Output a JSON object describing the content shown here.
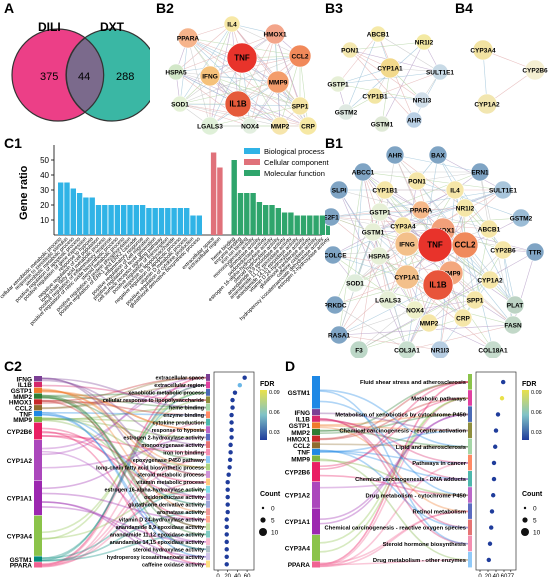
{
  "panels": {
    "A": "A",
    "B1": "B1",
    "B2": "B2",
    "B3": "B3",
    "B4": "B4",
    "C1": "C1",
    "C2": "C2",
    "D": "D"
  },
  "venn": {
    "left_label": "DILI",
    "right_label": "DXT",
    "left_only": "375",
    "overlap": "44",
    "right_only": "288",
    "left_color": "#ec3f87",
    "right_color": "#2fb39f"
  },
  "b2_nodes": [
    "IL4",
    "PPARA",
    "HMOX1",
    "TNF",
    "CCL2",
    "HSPA5",
    "IFNG",
    "MMP9",
    "SOD1",
    "IL1B",
    "SPP1",
    "LGALS3",
    "NOX4",
    "MMP2",
    "CRP"
  ],
  "b3_nodes": [
    "ABCB1",
    "PON1",
    "NR1I2",
    "CYP1A1",
    "GSTP1",
    "SULT1E1",
    "CYP1B1",
    "GSTM2",
    "NR1I3",
    "GSTM1",
    "AHR"
  ],
  "b4_nodes": [
    "CYP3A4",
    "CYP2B6",
    "CYP1A2"
  ],
  "b1_nodes": [
    "AHR",
    "BAX",
    "ABCC1",
    "ERN1",
    "SLPI",
    "CYP1B1",
    "PON1",
    "IL4",
    "SULT1E1",
    "E2F1",
    "GSTP1",
    "PPARA",
    "NR1I2",
    "GSTM2",
    "GSTM1",
    "CYP3A4",
    "HMOX1",
    "ABCB1",
    "PCOLCE",
    "HSPA5",
    "IFNG",
    "TNF",
    "CCL2",
    "CYP2B6",
    "TTR",
    "SOD1",
    "CYP1A1",
    "MMP9",
    "CYP1A2",
    "PRKDC",
    "IL1B",
    "SPP1",
    "PLAT",
    "LGALS3",
    "NOX4",
    "FASN",
    "RASA1",
    "MMP2",
    "CRP",
    "F3",
    "COL3A1",
    "NR1I3",
    "COL18A1"
  ],
  "c1": {
    "ylabel": "Gene ratio",
    "yticks": [
      "10",
      "20",
      "30",
      "40",
      "50"
    ],
    "legend": [
      "Biological process",
      "Cellular component",
      "Molecular function"
    ],
    "colors": [
      "#30b3e6",
      "#e0717a",
      "#2fa56c"
    ],
    "bp_values": [
      35,
      35,
      31,
      28,
      25,
      25,
      20,
      20,
      20,
      20,
      20,
      20,
      20,
      20,
      18,
      18,
      18,
      18,
      18,
      18,
      18,
      13,
      13
    ],
    "cc_values": [
      55,
      45
    ],
    "mf_values": [
      50,
      28,
      28,
      28,
      22,
      20,
      20,
      18,
      15,
      15,
      13,
      13,
      13,
      13,
      13,
      13
    ],
    "bp_labels": [
      "cellular xenobiotic metabolic process",
      "response to xenobiotic stimulus",
      "xenobiotic metabolic process",
      "positive regulation of apoptotic process",
      "positive regulation of gene expression",
      "response to hypoxia",
      "negative regulation of cell population",
      "long-chain fatty acid metabolic process",
      "positive regulation of inflammatory response",
      "positive regulation of nitric oxide biosynthetic process",
      "steroid metabolic process",
      "positive regulation of protein phosphorylation",
      "positive regulation of ERK1 and ERK2 cascade",
      "inflammatory response",
      "positive regulation of cell migration",
      "positive regulation of fever generation",
      "cell surface receptor signaling pathway",
      "positive regulation of transcription",
      "response to lipopolysaccharide",
      "negative regulation of apoptotic process",
      "vitamin D metabolic process",
      "positive regulation of cytokine production",
      "glutathione derivative biosynthetic process"
    ],
    "cc_labels": [
      "extracellular space",
      "extracellular region"
    ],
    "mf_labels": [
      "heme binding",
      "enzyme binding",
      "iron ion binding",
      "monooxygenase activity",
      "aromatase activity",
      "oxidoreductase activity",
      "estrogen 16-alpha-hydroxylase activity",
      "steroid hydroxylase activity",
      "anandamide 8,9 epoxidase activity",
      "anandamide 11,12 epoxidase activity",
      "anandamide 14,15 epoxidase activity",
      "vitamin D 24-hydroxylase activity",
      "glutathione transferase activity",
      "caffeine oxidase activity",
      "hydroperoxy icosatetraenoate dehydratase activity",
      "estrogen 2-hydroxylase activity"
    ]
  },
  "c2": {
    "genes": [
      "IFNG",
      "IL1B",
      "GSTP1",
      "MMP2",
      "HMOX1",
      "CCL2",
      "TNF",
      "MMP9",
      "CYP2B6",
      "CYP1A2",
      "CYP1A1",
      "CYP3A4",
      "GSTM1",
      "PPARA"
    ],
    "gene_colors": [
      "#7b3f94",
      "#d6266a",
      "#f07a2a",
      "#2e7d32",
      "#c62828",
      "#8e6c2e",
      "#1e88e5",
      "#7cb342",
      "#e91e63",
      "#ab47bc",
      "#9c27b0",
      "#8bc34a",
      "#00897b",
      "#f06292"
    ],
    "terms": [
      "extracellular space",
      "extracellular region",
      "xenobiotic metabolic process",
      "cellular response to lipopolysaccharide",
      "heme binding",
      "enzyme binding",
      "cytokine production",
      "response to hypoxia",
      "estrogen 2-hydroxylase activity",
      "monooxygenase activity",
      "iron ion binding",
      "epoxygenase P450 pathway",
      "long-chain fatty acid biosynthetic process",
      "steroid metabolic process",
      "vitamin metabolic process",
      "estrogen 16-alpha-hydroxylase activity",
      "oxidoreductase activity",
      "glutathione derivative activity",
      "aromatase activity",
      "vitamin D 24-hydroxylase activity",
      "anandamide 8,9 epoxidase activity",
      "anandamide 11,12 epoxidase activity",
      "anandamide 14,15 epoxidase activity",
      "steroid hydroxylase activity",
      "hydroperoxy icosatetraenoate activity",
      "caffeine oxidase activity"
    ],
    "term_colors": [
      "#7b3f94",
      "#e040a0",
      "#4b6ab5",
      "#8e8e3e",
      "#a5d6a7",
      "#ff8a65",
      "#4db6ac",
      "#ba68c8",
      "#5c6bc0",
      "#e57373",
      "#f48fb1",
      "#90caf9",
      "#aed581",
      "#ce93d8",
      "#ffcc80",
      "#80deea",
      "#b39ddb",
      "#9fa8da",
      "#ef9a9a",
      "#ffab91",
      "#c5e1a5",
      "#80cbc4",
      "#f8bbd0",
      "#b0bec5",
      "#d1c4e9",
      "#ffe082"
    ],
    "hit_ratio": [
      55,
      45,
      35,
      30,
      30,
      28,
      28,
      28,
      28,
      26,
      26,
      25,
      24,
      22,
      20,
      20,
      20,
      20,
      20,
      18,
      18,
      18,
      18,
      18,
      18,
      18
    ],
    "fdr": [
      0.01,
      0.04,
      0.02,
      0.02,
      0.02,
      0.02,
      0.02,
      0.02,
      0.02,
      0.02,
      0.02,
      0.02,
      0.02,
      0.02,
      0.02,
      0.02,
      0.02,
      0.02,
      0.02,
      0.02,
      0.02,
      0.02,
      0.02,
      0.02,
      0.02,
      0.02
    ],
    "xlabel": "Hit Ratio",
    "xticks": [
      "0",
      "20",
      "40",
      "60"
    ],
    "fdr_title": "FDR",
    "fdr_ticks": [
      "0.09",
      "0.06",
      "0.03"
    ],
    "count_title": "Count",
    "count_ticks": [
      "0",
      "5",
      "10"
    ]
  },
  "d": {
    "genes": [
      "GSTM1",
      "IFNG",
      "IL1B",
      "GSTP1",
      "MMP2",
      "HMOX1",
      "CCL2",
      "TNF",
      "MMP9",
      "CYP2B6",
      "CYP1A2",
      "CYP1A1",
      "CYP3A4",
      "PPARA"
    ],
    "gene_colors": [
      "#1e88e5",
      "#7b3f94",
      "#d6266a",
      "#f07a2a",
      "#2e7d32",
      "#c62828",
      "#8e6c2e",
      "#1e88e5",
      "#7cb342",
      "#e91e63",
      "#ab47bc",
      "#9c27b0",
      "#8bc34a",
      "#f06292"
    ],
    "terms": [
      "Fluid shear stress and atherosclerosis",
      "Metabolic pathways",
      "Metabolism of xenobiotics by cytochrome P450",
      "Chemical carcinogenesis - receptor activation",
      "Lipid and atherosclerosis",
      "Pathways in cancer",
      "Chemical carcinogenesis - DNA adducts",
      "Drug metabolism - cytochrome P450",
      "Retinol metabolism",
      "Chemical carcinogenesis - reactive oxygen species",
      "Steroid hormone biosynthesis",
      "Drug metabolism - other enzymes"
    ],
    "term_colors": [
      "#8bc34a",
      "#e040a0",
      "#4b6ab5",
      "#8e8e3e",
      "#a5d6a7",
      "#ff8a65",
      "#4db6ac",
      "#ba68c8",
      "#5c6bc0",
      "#e57373",
      "#f48fb1",
      "#90caf9"
    ],
    "hit_ratio": [
      58,
      55,
      45,
      40,
      38,
      35,
      35,
      33,
      30,
      28,
      25,
      22
    ],
    "fdr": [
      0.03,
      0.07,
      0.02,
      0.02,
      0.02,
      0.02,
      0.02,
      0.02,
      0.02,
      0.02,
      0.02,
      0.02
    ],
    "xlabel": "Hit Ratio",
    "xticks": [
      "0",
      "20",
      "40",
      "60",
      "77"
    ],
    "fdr_title": "FDR",
    "fdr_ticks": [
      "0.09",
      "0.06",
      "0.03"
    ],
    "count_title": "Count",
    "count_ticks": [
      "0",
      "5",
      "10"
    ]
  }
}
